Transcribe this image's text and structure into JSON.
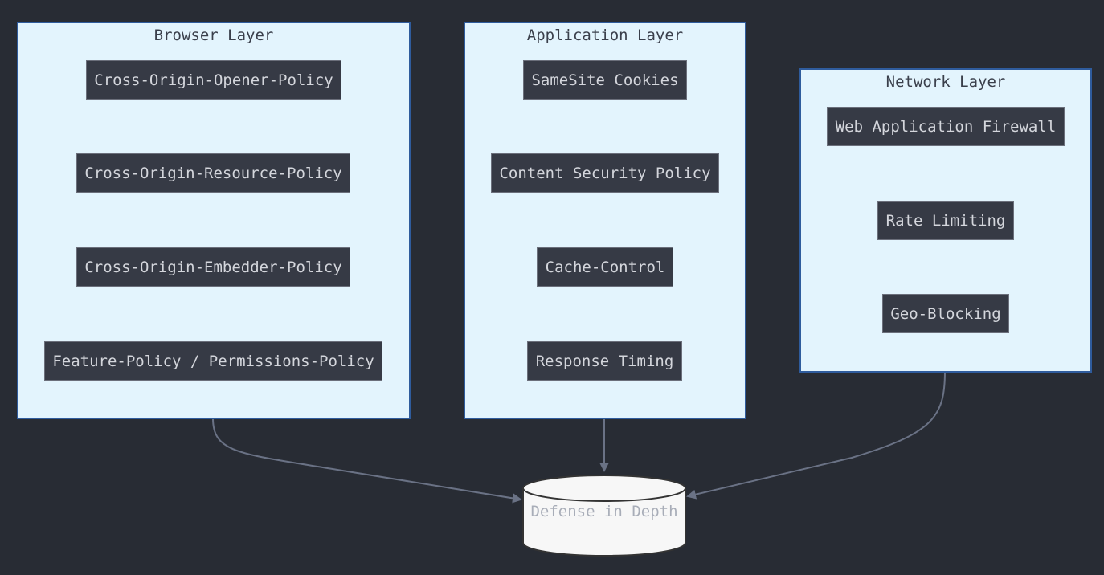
{
  "layers": {
    "browser": {
      "title": "Browser Layer",
      "nodes": [
        "Cross-Origin-Opener-Policy",
        "Cross-Origin-Resource-Policy",
        "Cross-Origin-Embedder-Policy",
        "Feature-Policy / Permissions-Policy"
      ]
    },
    "application": {
      "title": "Application Layer",
      "nodes": [
        "SameSite Cookies",
        "Content Security Policy",
        "Cache-Control",
        "Response Timing"
      ]
    },
    "network": {
      "title": "Network Layer",
      "nodes": [
        "Web Application Firewall",
        "Rate Limiting",
        "Geo-Blocking"
      ]
    }
  },
  "target": {
    "label": "Defense in Depth"
  },
  "colors": {
    "background": "#282c34",
    "layer_fill": "#e3f4fd",
    "layer_border": "#2f5c9d",
    "node_fill": "#363a45",
    "edge": "#6a7285",
    "cylinder_fill": "#f7f7f7"
  }
}
